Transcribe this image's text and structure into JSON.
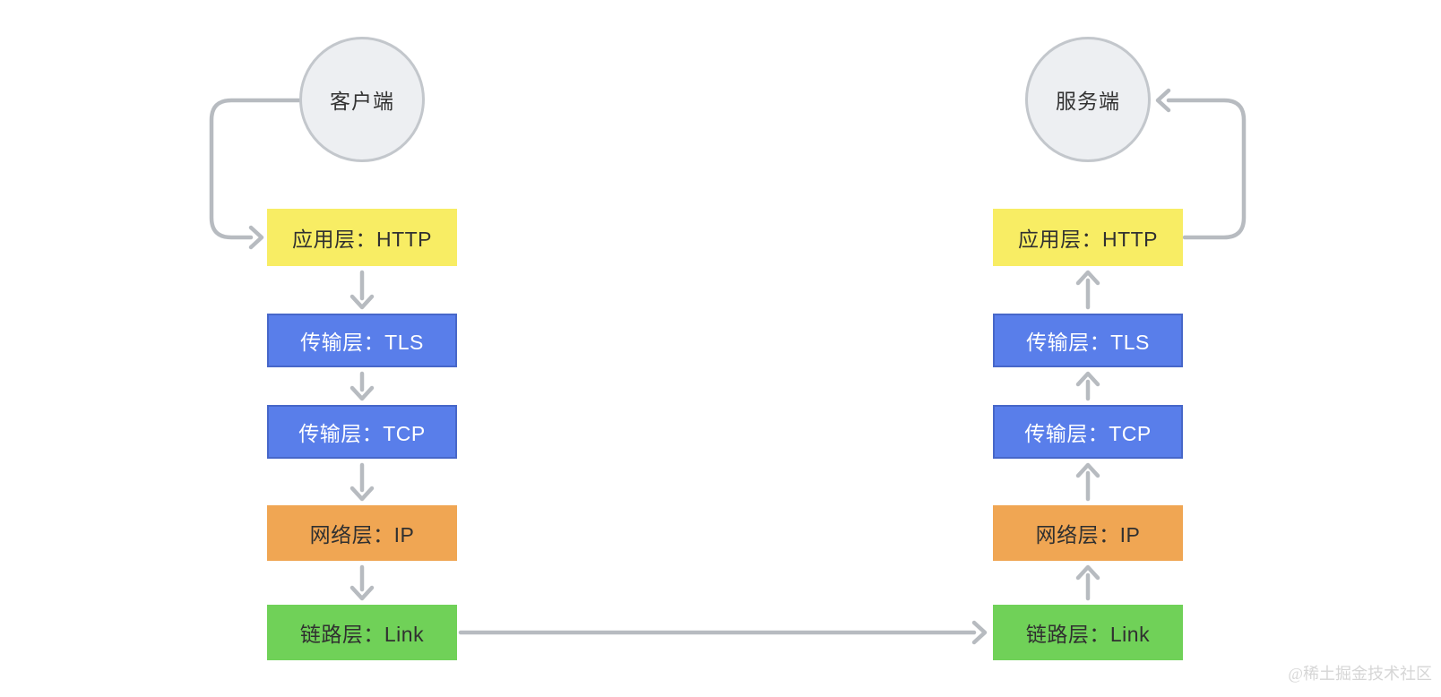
{
  "page": {
    "background": "#ffffff"
  },
  "colors": {
    "background": "#ffffff",
    "arrow": "#b7bbc0",
    "circle_fill": "#edeff2",
    "circle_border": "#c3c7cc",
    "watermark": "#d6d6d6"
  },
  "client": {
    "label": "客户端"
  },
  "server": {
    "label": "服务端"
  },
  "layers": [
    {
      "id": "app",
      "label": "应用层：HTTP",
      "fill": "#f8ed64",
      "border": "#f8ed64",
      "text_color": "#303030"
    },
    {
      "id": "tls",
      "label": "传输层：TLS",
      "fill": "#597eea",
      "border": "#4767c9",
      "text_color": "#ffffff"
    },
    {
      "id": "tcp",
      "label": "传输层：TCP",
      "fill": "#597eea",
      "border": "#4767c9",
      "text_color": "#ffffff"
    },
    {
      "id": "ip",
      "label": "网络层：IP",
      "fill": "#f0a653",
      "border": "#f0a653",
      "text_color": "#303030"
    },
    {
      "id": "link",
      "label": "链路层：Link",
      "fill": "#70d158",
      "border": "#70d158",
      "text_color": "#303030"
    }
  ],
  "watermark": "@稀土掘金技术社区"
}
